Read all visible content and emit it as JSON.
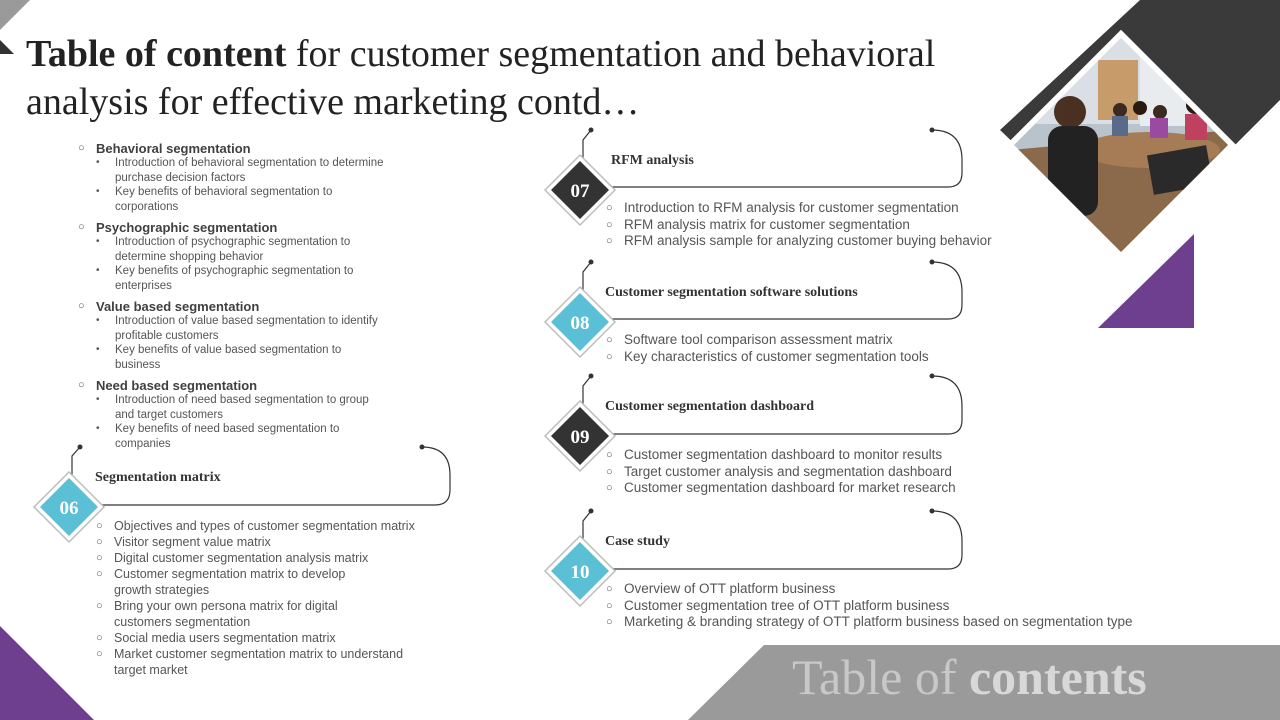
{
  "title": {
    "bold": "Table of content",
    "rest": " for customer segmentation and behavioral analysis for effective marketing contd…"
  },
  "left_list": [
    {
      "heading": "Behavioral segmentation",
      "items": [
        "Introduction of behavioral segmentation to determine purchase decision factors",
        "Key benefits of behavioral segmentation to corporations"
      ]
    },
    {
      "heading": "Psychographic segmentation",
      "items": [
        "Introduction of psychographic segmentation to determine shopping behavior",
        "Key benefits of psychographic segmentation to enterprises"
      ]
    },
    {
      "heading": "Value based segmentation",
      "items": [
        "Introduction of value based segmentation to identify profitable customers",
        "Key benefits of value based segmentation to business"
      ]
    },
    {
      "heading": "Need based segmentation",
      "items": [
        "Introduction of need based segmentation to group and target customers",
        "Key benefits of need based segmentation to companies"
      ]
    }
  ],
  "sections": [
    {
      "number": "06",
      "title": "Segmentation matrix",
      "items": [
        "Objectives and types of customer segmentation matrix",
        "Visitor segment value matrix",
        "Digital customer segmentation analysis matrix",
        "Customer segmentation matrix to develop growth strategies",
        "Bring your own persona matrix for digital customers segmentation",
        "Social media users segmentation matrix",
        "Market customer segmentation matrix to understand target market"
      ]
    },
    {
      "number": "07",
      "title": "RFM analysis",
      "items": [
        "Introduction to RFM analysis for customer segmentation",
        "RFM analysis matrix for customer segmentation",
        "RFM analysis sample for analyzing customer buying behavior"
      ]
    },
    {
      "number": "08",
      "title": "Customer segmentation software solutions",
      "items": [
        "Software tool comparison assessment matrix",
        "Key characteristics of customer segmentation tools"
      ]
    },
    {
      "number": "09",
      "title": "Customer segmentation dashboard",
      "items": [
        "Customer segmentation dashboard to monitor results",
        "Target customer analysis and segmentation dashboard",
        "Customer segmentation dashboard for market research"
      ]
    },
    {
      "number": "10",
      "title": "Case study",
      "items": [
        "Overview of OTT  platform business",
        "Customer segmentation tree of OTT platform business",
        "Marketing & branding strategy of OTT platform business based on segmentation type"
      ]
    }
  ],
  "footer": {
    "light": "Table of ",
    "bold": "contents"
  },
  "colors": {
    "teal": "#5bbfd6",
    "dark": "#333333",
    "purple": "#6f3f8f",
    "gray": "#9a9a9a",
    "charcoal": "#3a3a3a"
  },
  "icons": {
    "bullet_circle": "○",
    "bullet_dot": "•"
  }
}
